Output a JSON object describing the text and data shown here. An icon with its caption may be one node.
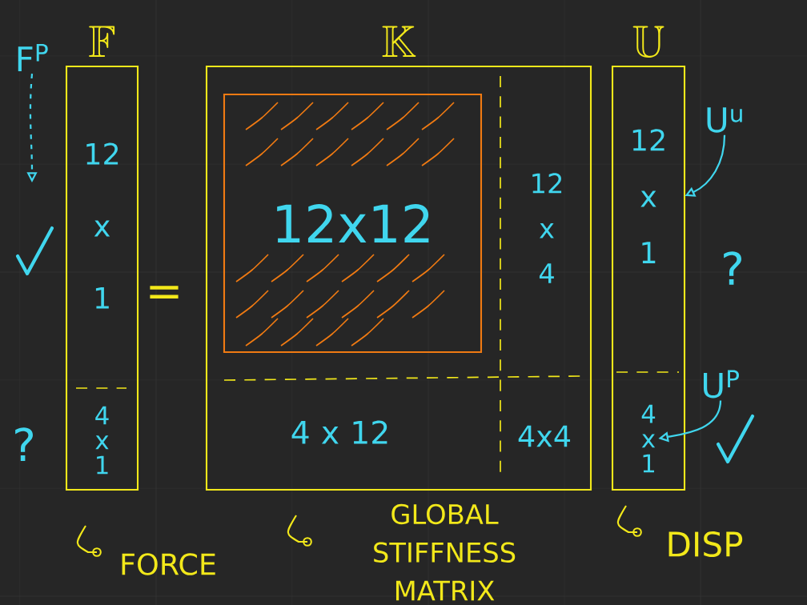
{
  "diagram": {
    "nodes": [
      {
        "text": [
          "\\mathbb{F}"
        ]
      },
      {
        "text": [
          "12 x 1"
        ],
        "in": 0
      },
      {
        "text": [
          "4 x 1"
        ],
        "in": 0
      },
      {
        "text": [
          "\\mathbb{K}"
        ]
      },
      {
        "text": [
          "12x12"
        ],
        "in": 3
      },
      {
        "text": [
          "12 x 4"
        ],
        "in": 3
      },
      {
        "text": [
          "4 x 12"
        ],
        "in": 3
      },
      {
        "text": [
          "4x4"
        ],
        "in": 3
      },
      {
        "text": [
          "\\mathbb{U}"
        ]
      },
      {
        "text": [
          "12 x 1"
        ],
        "in": 8
      },
      {
        "text": [
          "4 x 1"
        ],
        "in": 8
      },
      {
        "text": [
          "F$^{P}$"
        ]
      },
      {
        "text": [
          "U$^{u}$"
        ]
      },
      {
        "text": [
          "U$^{P}$"
        ]
      }
    ],
    "edges": [
      {
        "from": 11,
        "to": null,
        "arrow": "to",
        "style": "dashed"
      },
      {
        "from": 12,
        "to": 9,
        "arrow": "to"
      },
      {
        "from": 13,
        "to": 10,
        "arrow": "to"
      }
    ],
    "labels": [
      "?",
      "=",
      "?",
      "FORCE",
      "GLOBAL STIFFNESS MATRIX",
      "DISP"
    ]
  }
}
